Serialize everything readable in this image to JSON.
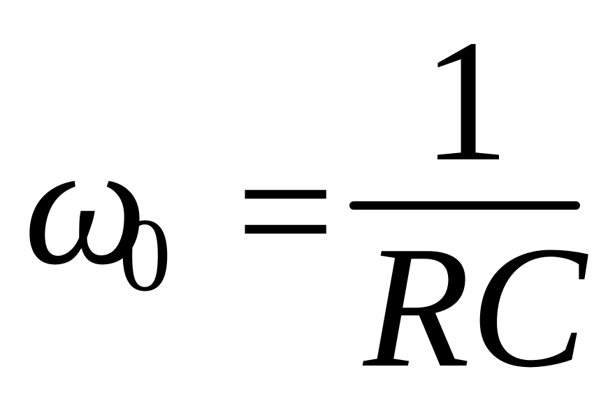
{
  "equation": {
    "lhs_symbol": "ω",
    "lhs_subscript": "0",
    "operator": "=",
    "numerator": "1",
    "denominator": "RC"
  },
  "colors": {
    "background": "#ffffff",
    "text": "#000000"
  }
}
